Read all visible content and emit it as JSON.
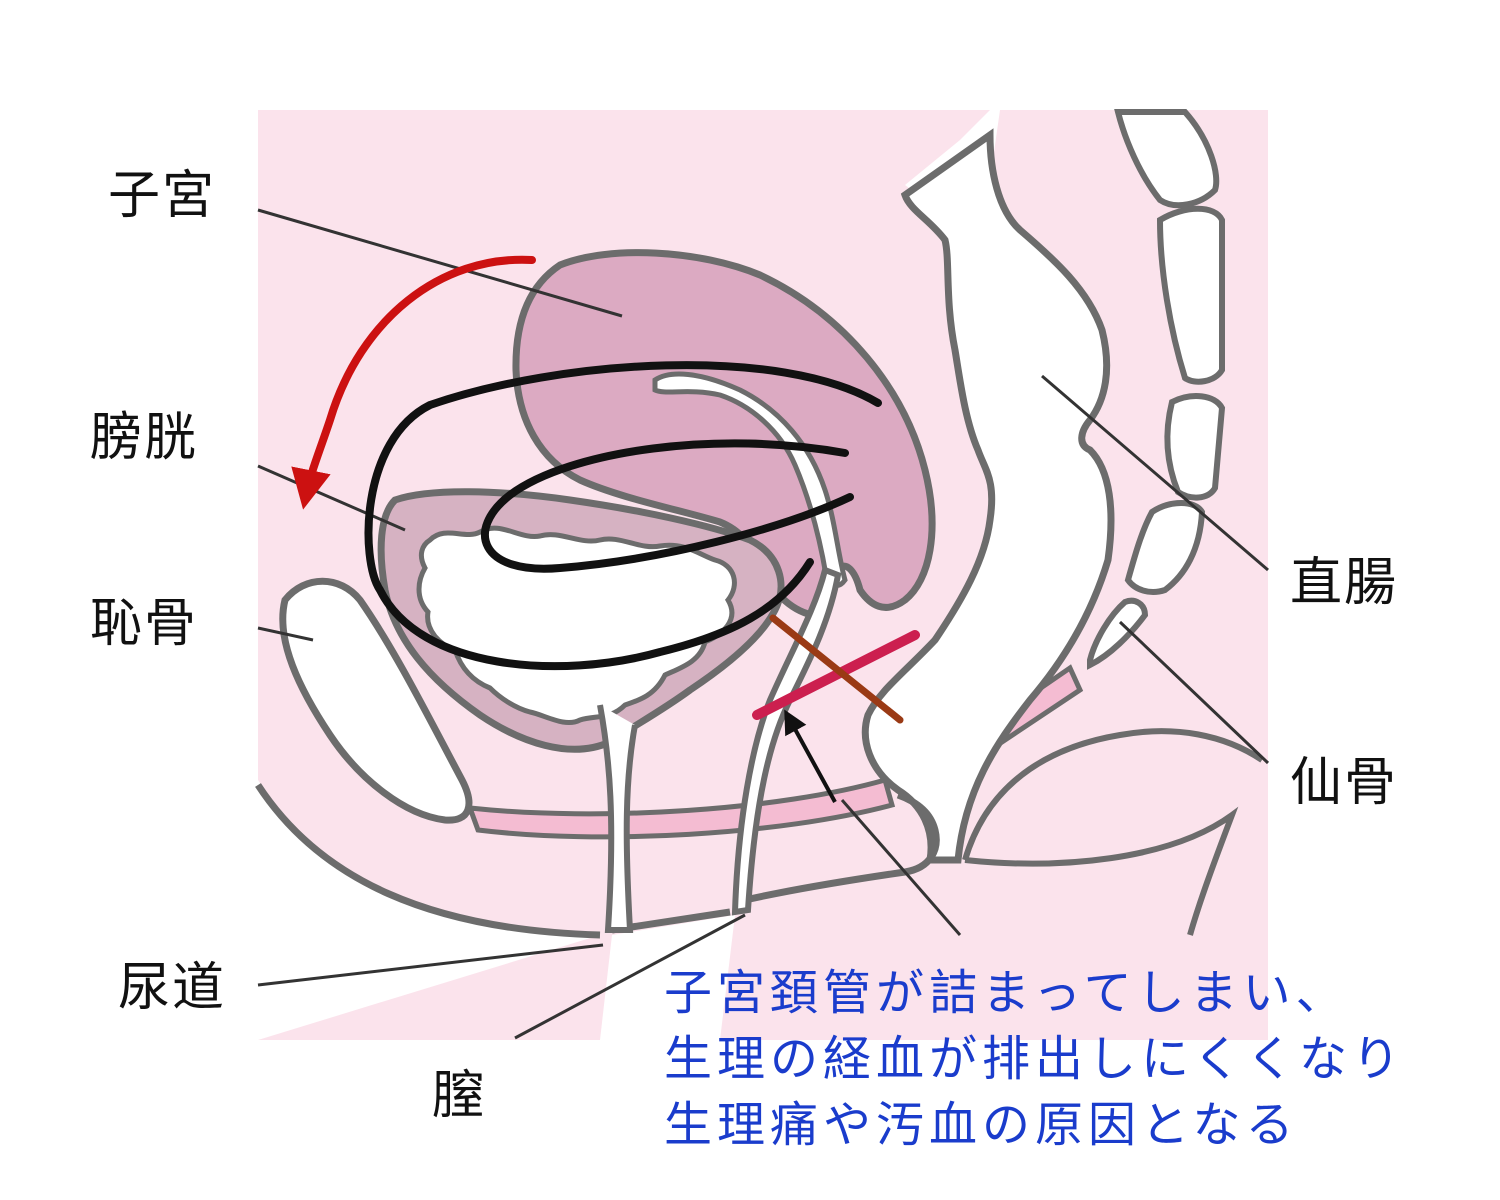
{
  "labels": {
    "uterus": "子宮",
    "bladder": "膀胱",
    "pubic_bone": "恥骨",
    "urethra": "尿道",
    "vagina": "膣",
    "rectum": "直腸",
    "sacrum": "仙骨"
  },
  "caption": {
    "lines": [
      "子宮頚管が詰まってしまい、",
      "生理の経血が排出しにくくなり",
      "生理痛や汚血の原因となる"
    ]
  },
  "colors": {
    "background_tissue": "#fbe3ec",
    "uterus": "#dcaac2",
    "bladder_wall": "#d6b2c2",
    "outline": "#6c6c6c",
    "caption_text": "#1a3ccc",
    "curve_arrow": "#cc1111",
    "cervix_mark_crimson": "#cc1f4f",
    "cervix_mark_brown": "#9a3a15",
    "flow_lines": "#111111"
  }
}
